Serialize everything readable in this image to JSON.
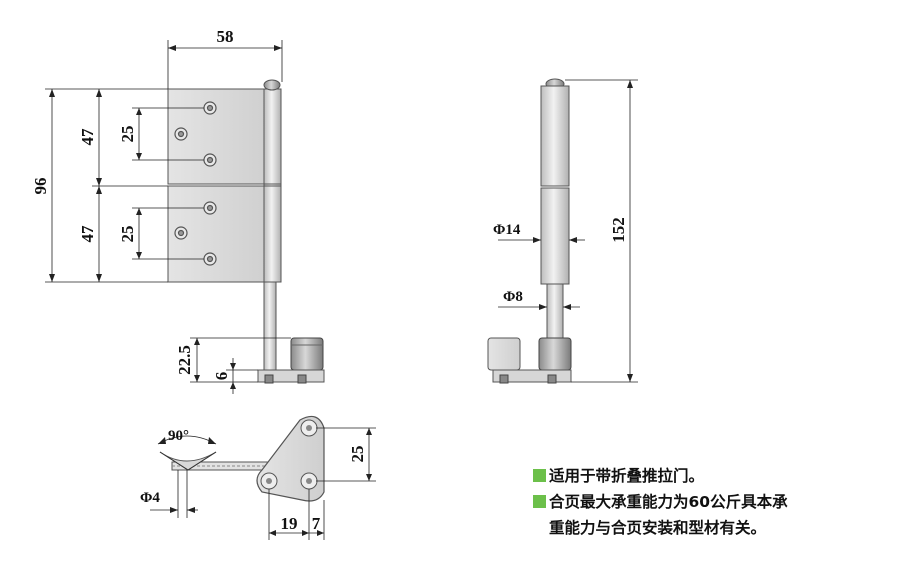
{
  "dimensions": {
    "width_top": "58",
    "height_total_front": "96",
    "upper_leaf": "47",
    "lower_leaf": "47",
    "hole_spacing_upper": "25",
    "hole_spacing_lower": "25",
    "foot_height": "22.5",
    "foot_base": "6",
    "height_total_side": "152",
    "diameter_barrel": "Φ14",
    "diameter_pin": "Φ8",
    "swing_angle": "90°",
    "diameter_hole": "Φ4",
    "plan_height": "25",
    "plan_offset_a": "19",
    "plan_offset_b": "7"
  },
  "notes": {
    "bullet_color": "#6cc04a",
    "items": [
      {
        "text": "适用于带折叠推拉门。",
        "continuation": ""
      },
      {
        "text": "合页最大承重能力为60公斤具本承",
        "continuation": "重能力与合页安装和型材有关。"
      }
    ]
  }
}
